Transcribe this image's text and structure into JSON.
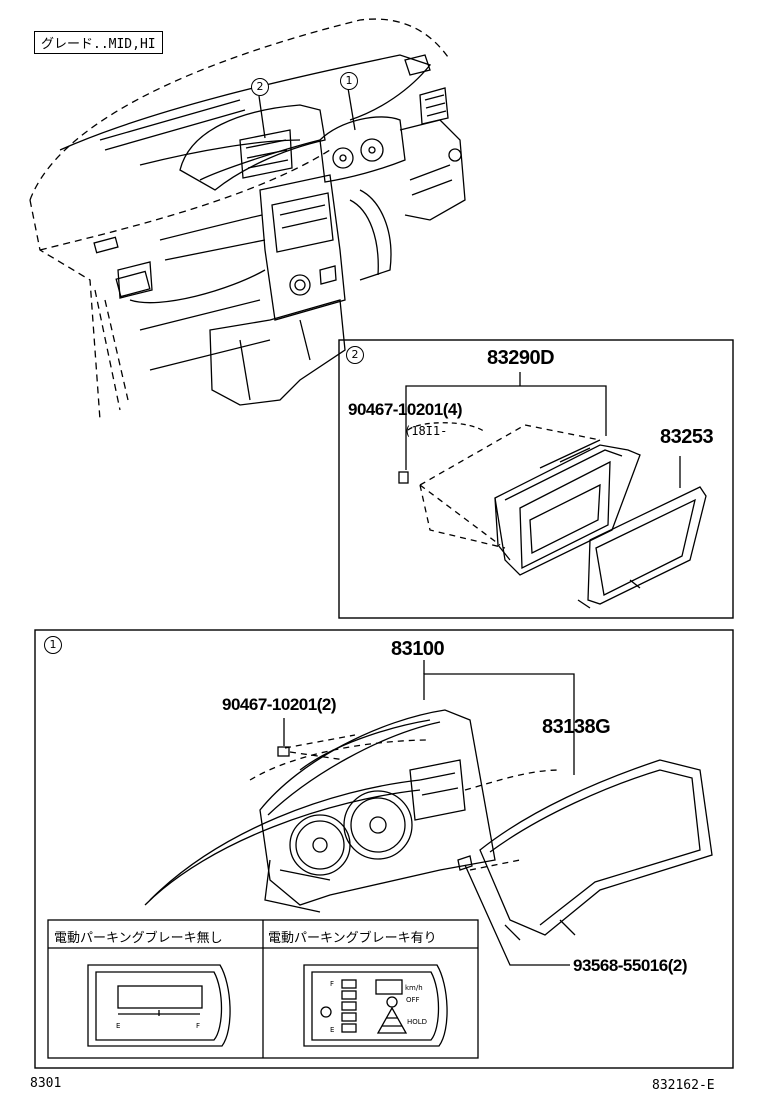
{
  "header": {
    "grade": "グレード..MID,HI"
  },
  "callouts": {
    "ref1": "1",
    "ref2": "2"
  },
  "box2": {
    "ref": "2",
    "assembly": "83290D",
    "screw": "90467-10201(4)",
    "screw_note": "(18I1-",
    "cover": "83253"
  },
  "box1": {
    "ref": "1",
    "assembly": "83100",
    "screw": "90467-10201(2)",
    "lens": "83138G",
    "clip": "93568-55016(2)",
    "table": {
      "col1": "電動パーキングブレーキ無し",
      "col2": "電動パーキングブレーキ有り",
      "gauge_e": "E",
      "gauge_f": "F",
      "speed_unit": "km/h",
      "off": "OFF",
      "hold": "HOLD"
    }
  },
  "footer": {
    "page_code": "8301",
    "diagram_code": "832162-E"
  }
}
